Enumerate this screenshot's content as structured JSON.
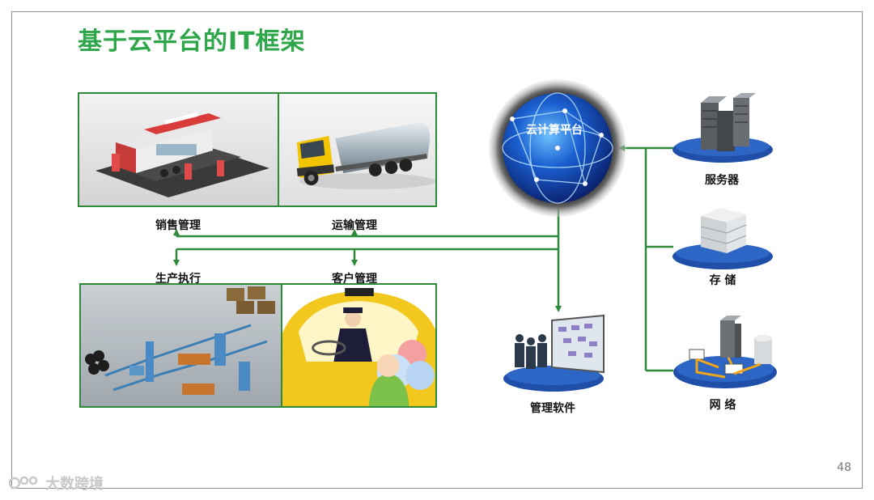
{
  "title": "基于云平台的IT框架",
  "page_number": "48",
  "cloud_label": "云计算平台",
  "quadrants": {
    "sales": "销售管理",
    "transport": "运输管理",
    "production": "生产执行",
    "customer": "客户管理"
  },
  "infrastructure": {
    "server": "服务器",
    "storage": "存 储",
    "network": "网 络"
  },
  "management_software": "管理软件",
  "watermark": "大数跨境",
  "colors": {
    "title": "#2ea64a",
    "frame_border": "#2e8b3a",
    "connector": "#2e8b3a",
    "globe": "#1a5fd0",
    "platform_base": "#1f4fa8"
  }
}
